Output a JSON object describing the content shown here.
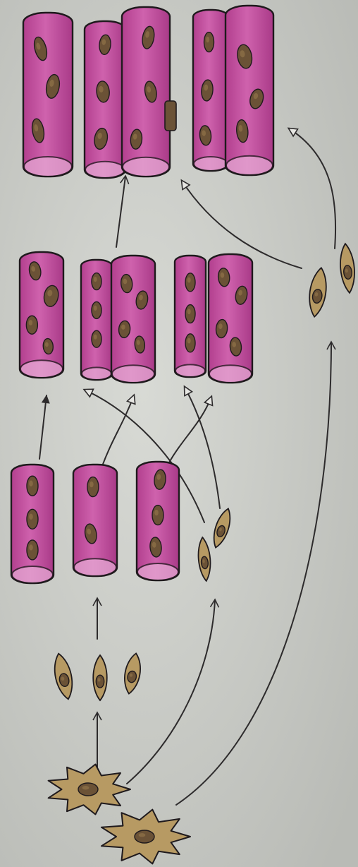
{
  "diagram": {
    "caption": "",
    "stages": [
      {
        "id": "stem-cells",
        "count": 2,
        "label": ""
      },
      {
        "id": "myoblasts",
        "count": 3,
        "label": ""
      },
      {
        "id": "myotubes-early",
        "count": 3,
        "label": ""
      },
      {
        "id": "myotubes-fusion",
        "count": 3,
        "label": ""
      },
      {
        "id": "myofibers-mature",
        "count": 3,
        "label": ""
      },
      {
        "id": "satellite-cells",
        "count": 4,
        "label": ""
      }
    ]
  },
  "colors": {
    "paper": "#cfd1cc",
    "tube_fill": "#c24c9e",
    "tube_light": "#e6a9d4",
    "outline": "#1f1a1d",
    "nucleus": "#6b5236",
    "nucleus_light": "#9b7c4f",
    "cell_fill": "#b79a63",
    "arrow": "#2d2b2c"
  }
}
